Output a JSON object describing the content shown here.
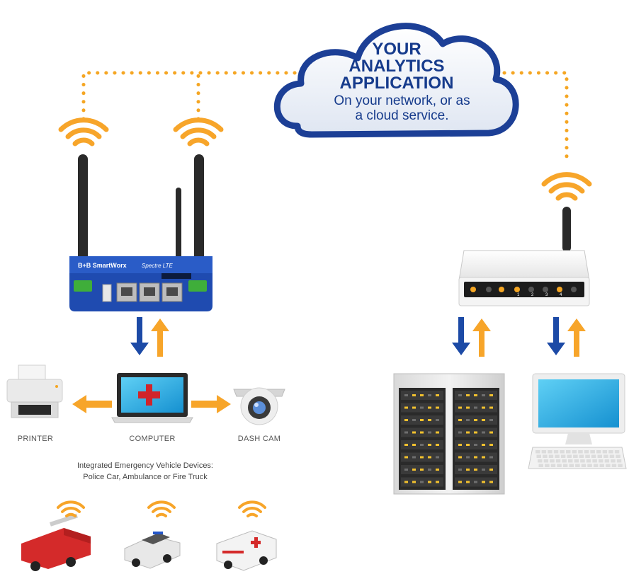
{
  "cloud": {
    "title_line1": "YOUR",
    "title_line2": "ANALYTICS",
    "title_line3": "APPLICATION",
    "subtitle_line1": "On your network, or as",
    "subtitle_line2": "a cloud service."
  },
  "router": {
    "brand": "B+B SmartWorx",
    "model": "Spectre LTE"
  },
  "access_point": {
    "port_labels": [
      "1",
      "2",
      "3",
      "4"
    ]
  },
  "devices": {
    "printer_label": "PRINTER",
    "computer_label": "COMPUTER",
    "dashcam_label": "DASH CAM"
  },
  "vehicles_caption": {
    "line1": "Integrated Emergency Vehicle Devices:",
    "line2": "Police Car, Ambulance or Fire Truck"
  },
  "colors": {
    "cloud_text": "#163b8c",
    "dotted_link": "#f5a623",
    "arrow_up": "#f7a52a",
    "arrow_down": "#1c4aa6",
    "router_body": "#1f4bb0"
  }
}
